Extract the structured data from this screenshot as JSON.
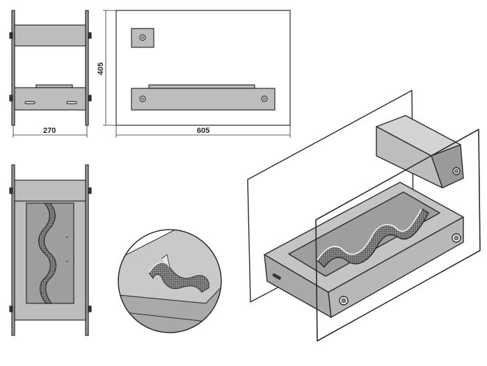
{
  "dimensions": {
    "side_width": "270",
    "front_width": "605",
    "front_height": "405"
  },
  "colors": {
    "line": "#2a2a2a",
    "steel": "#bdbdbd",
    "steel_light": "#d4d4d4",
    "steel_dark": "#8a8a8a",
    "burner_grey": "#9e9e9e",
    "mesh": "#555555"
  }
}
